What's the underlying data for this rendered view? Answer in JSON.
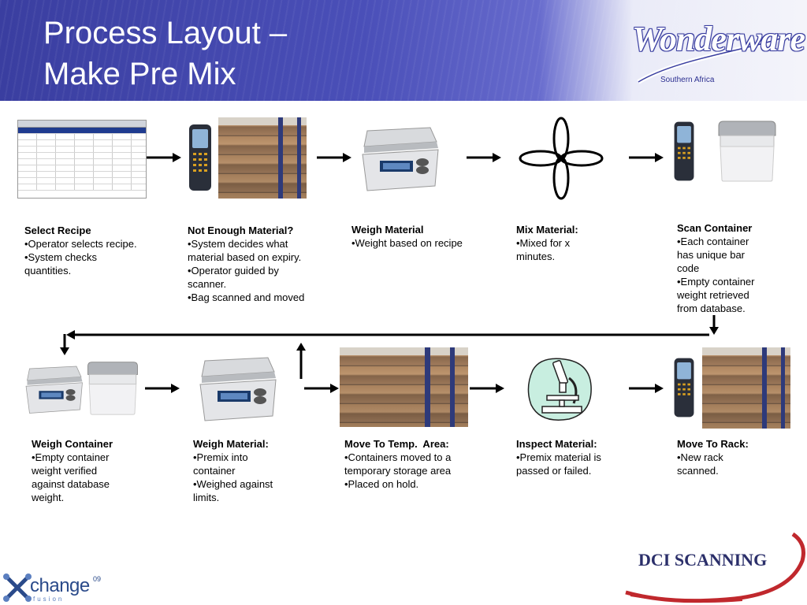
{
  "header": {
    "title_line1": "Process Layout –",
    "title_line2": "Make Pre Mix",
    "logo_brand": "Wonderware",
    "logo_sub": "Southern Africa"
  },
  "steps_row1": [
    {
      "head": "Select Recipe",
      "lines": [
        "•Operator selects recipe.",
        "•System checks",
        "quantities."
      ]
    },
    {
      "head": "Not Enough Material?",
      "lines": [
        "•System decides what",
        "material based on expiry.",
        "•Operator guided by",
        "scanner.",
        "•Bag scanned and moved"
      ]
    },
    {
      "head": "Weigh Material",
      "lines": [
        "•Weight based on recipe"
      ]
    },
    {
      "head": "Mix Material:",
      "lines": [
        "•Mixed for x",
        "minutes."
      ]
    },
    {
      "head": "Scan Container",
      "lines": [
        "•Each container",
        "has unique bar",
        "code",
        "•Empty container",
        "weight retrieved",
        "from database."
      ]
    }
  ],
  "steps_row2": [
    {
      "head": "Weigh Container",
      "lines": [
        "•Empty container",
        "weight verified",
        "against database",
        "weight."
      ]
    },
    {
      "head": "Weigh Material:",
      "lines": [
        "•Premix into",
        "container",
        "•Weighed against",
        "limits."
      ]
    },
    {
      "head": "Move To Temp.  Area:",
      "lines": [
        "•Containers moved to a",
        "temporary storage area",
        "•Placed on hold."
      ]
    },
    {
      "head": "Inspect Material:",
      "lines": [
        "•Premix material is",
        "passed or failed."
      ]
    },
    {
      "head": "Move To Rack:",
      "lines": [
        "•New rack",
        "scanned."
      ]
    }
  ],
  "footer": {
    "left_logo": "change",
    "left_logo_sup": "09",
    "left_logo_sub": "fusion",
    "right_logo": "DCI SCANNING"
  },
  "colors": {
    "banner": "#3a3ea0",
    "accent_red": "#c0282d",
    "text": "#000000"
  }
}
